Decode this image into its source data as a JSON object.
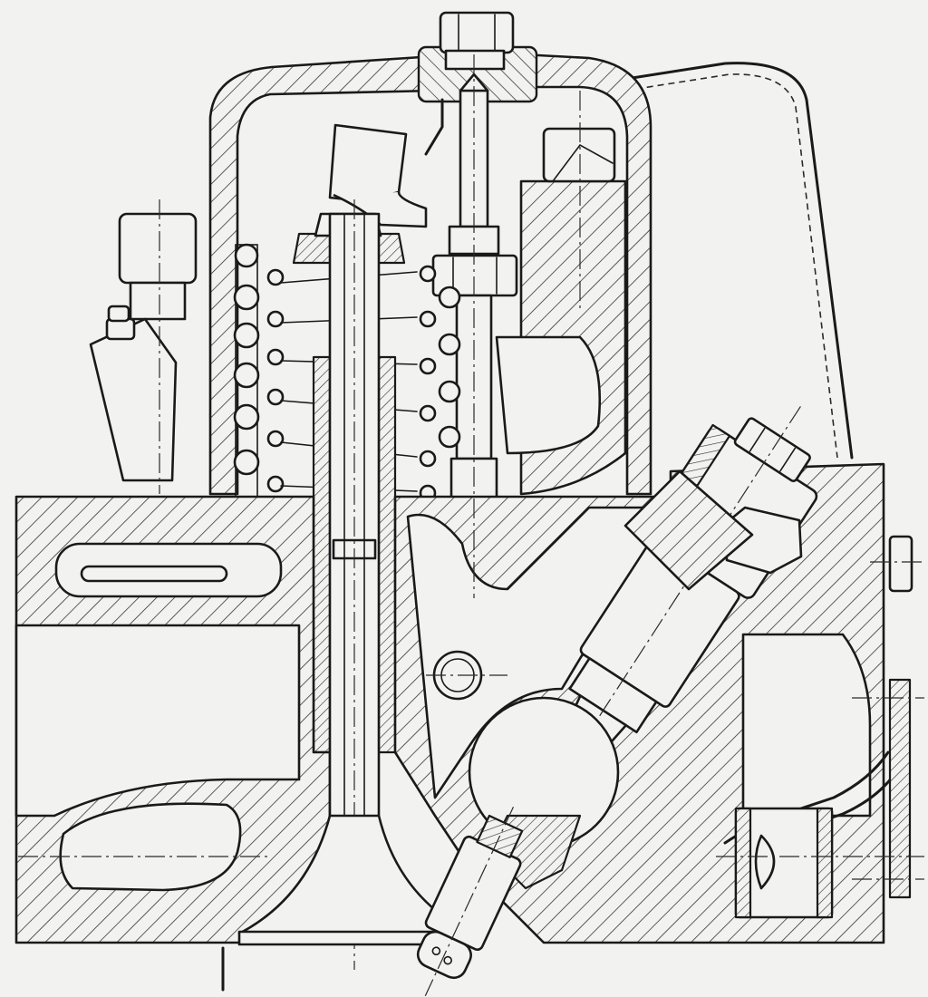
{
  "figure": {
    "subject": "cylinder-head-cross-section",
    "style": "mechanical-engineering-line-drawing",
    "colors": {
      "paper": "#f2f2f0",
      "ink": "#1a1a1a"
    },
    "parts": [
      "valve-cover",
      "rocker-arm",
      "rocker-adjusting-screw",
      "rocker-nut",
      "rocker-pedestal",
      "outer-valve-spring",
      "inner-valve-spring",
      "valve-stem",
      "valve-guide",
      "valve-head",
      "cylinder-head-block",
      "coolant-passage",
      "fuel-injector",
      "injector-clamp-nut",
      "swirl-chamber",
      "glow-plug",
      "fuel-line",
      "breather-pipe",
      "lifting-eye-bracket"
    ]
  }
}
